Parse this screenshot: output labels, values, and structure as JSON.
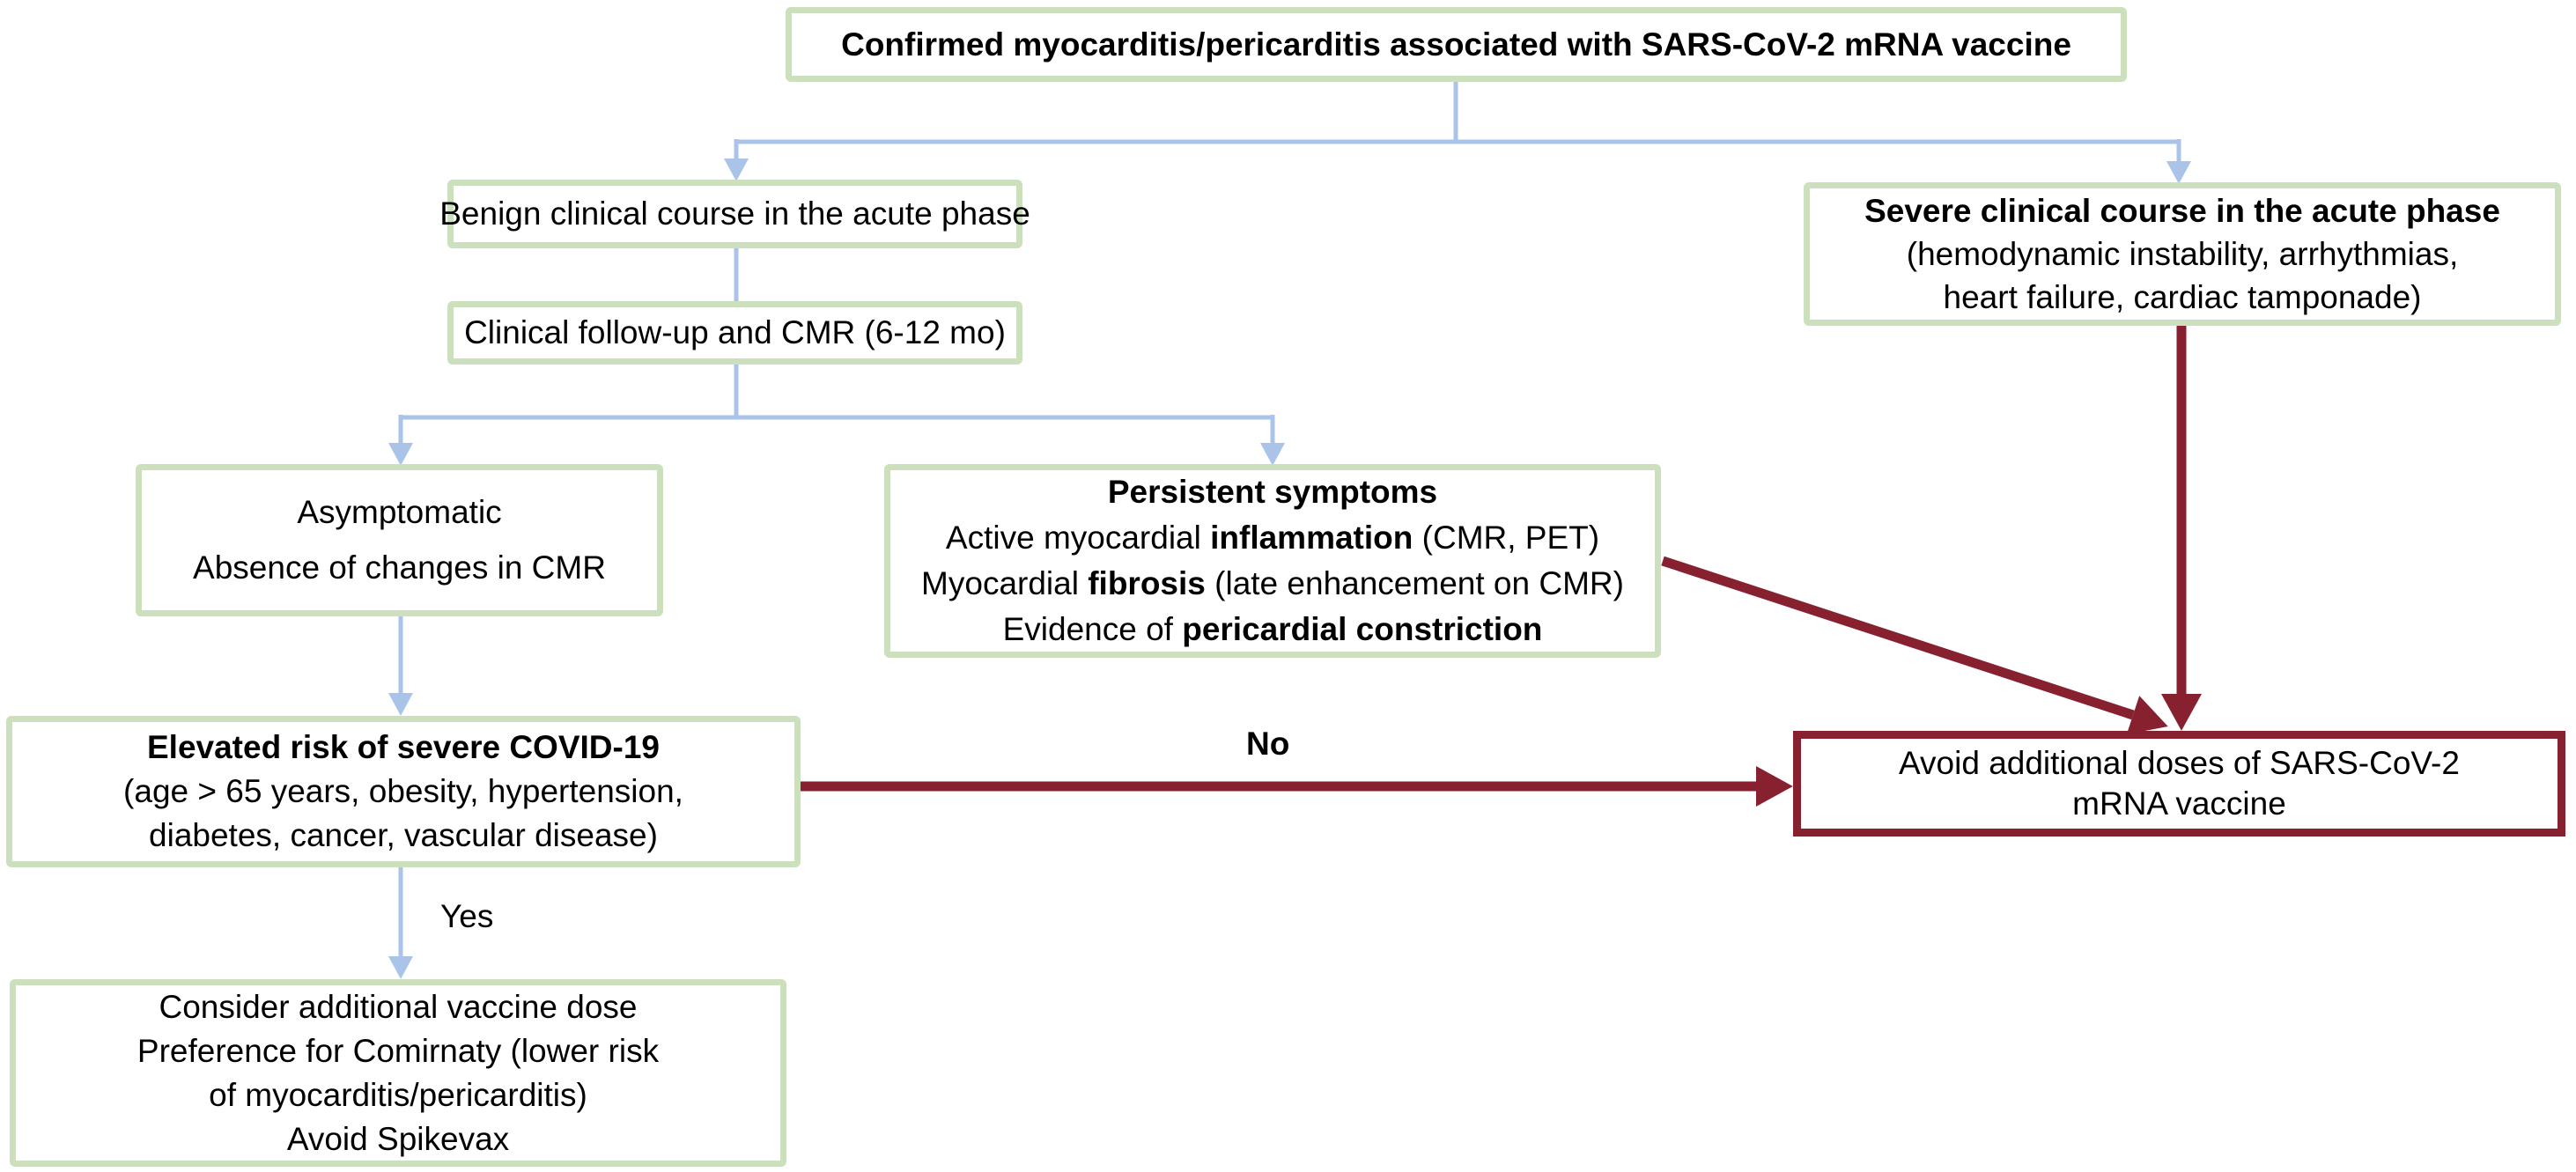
{
  "diagram": {
    "boxes": {
      "confirmed": {
        "line1": "Confirmed myocarditis/pericarditis associated with SARS-CoV-2 mRNA vaccine"
      },
      "benign": {
        "line1": "Benign clinical course in the acute phase"
      },
      "severe": {
        "line1": "Severe clinical course in the acute phase",
        "line2": "(hemodynamic instability, arrhythmias,",
        "line3": "heart failure, cardiac tamponade)"
      },
      "followup": {
        "line1": "Clinical follow-up and CMR (6-12 mo)"
      },
      "asymptomatic": {
        "line1": "Asymptomatic",
        "line2": "Absence of changes in CMR"
      },
      "persistent": {
        "title": "Persistent symptoms",
        "line2a": "Active myocardial ",
        "line2b": "inflammation",
        "line2c": " (CMR, PET)",
        "line3a": "Myocardial ",
        "line3b": "fibrosis",
        "line3c": " (late enhancement on CMR)",
        "line4a": "Evidence of ",
        "line4b": "pericardial constriction"
      },
      "elevated": {
        "line1": "Elevated risk of severe COVID-19",
        "line2": "(age > 65 years, obesity, hypertension,",
        "line3": "diabetes, cancer, vascular disease)"
      },
      "avoid": {
        "line1": "Avoid additional doses of SARS-CoV-2",
        "line2": "mRNA vaccine"
      },
      "consider": {
        "line1": "Consider additional vaccine dose",
        "line2": "Preference for Comirnaty (lower risk",
        "line3": "of myocarditis/pericarditis)",
        "line4": "Avoid Spikevax"
      }
    },
    "labels": {
      "no": "No",
      "yes": "Yes"
    },
    "colors": {
      "box_border_green": "#cde0bd",
      "arrow_blue": "#a9c4e8",
      "arrow_red": "#872130",
      "box_fill": "#ffffff",
      "text": "#000000"
    }
  }
}
